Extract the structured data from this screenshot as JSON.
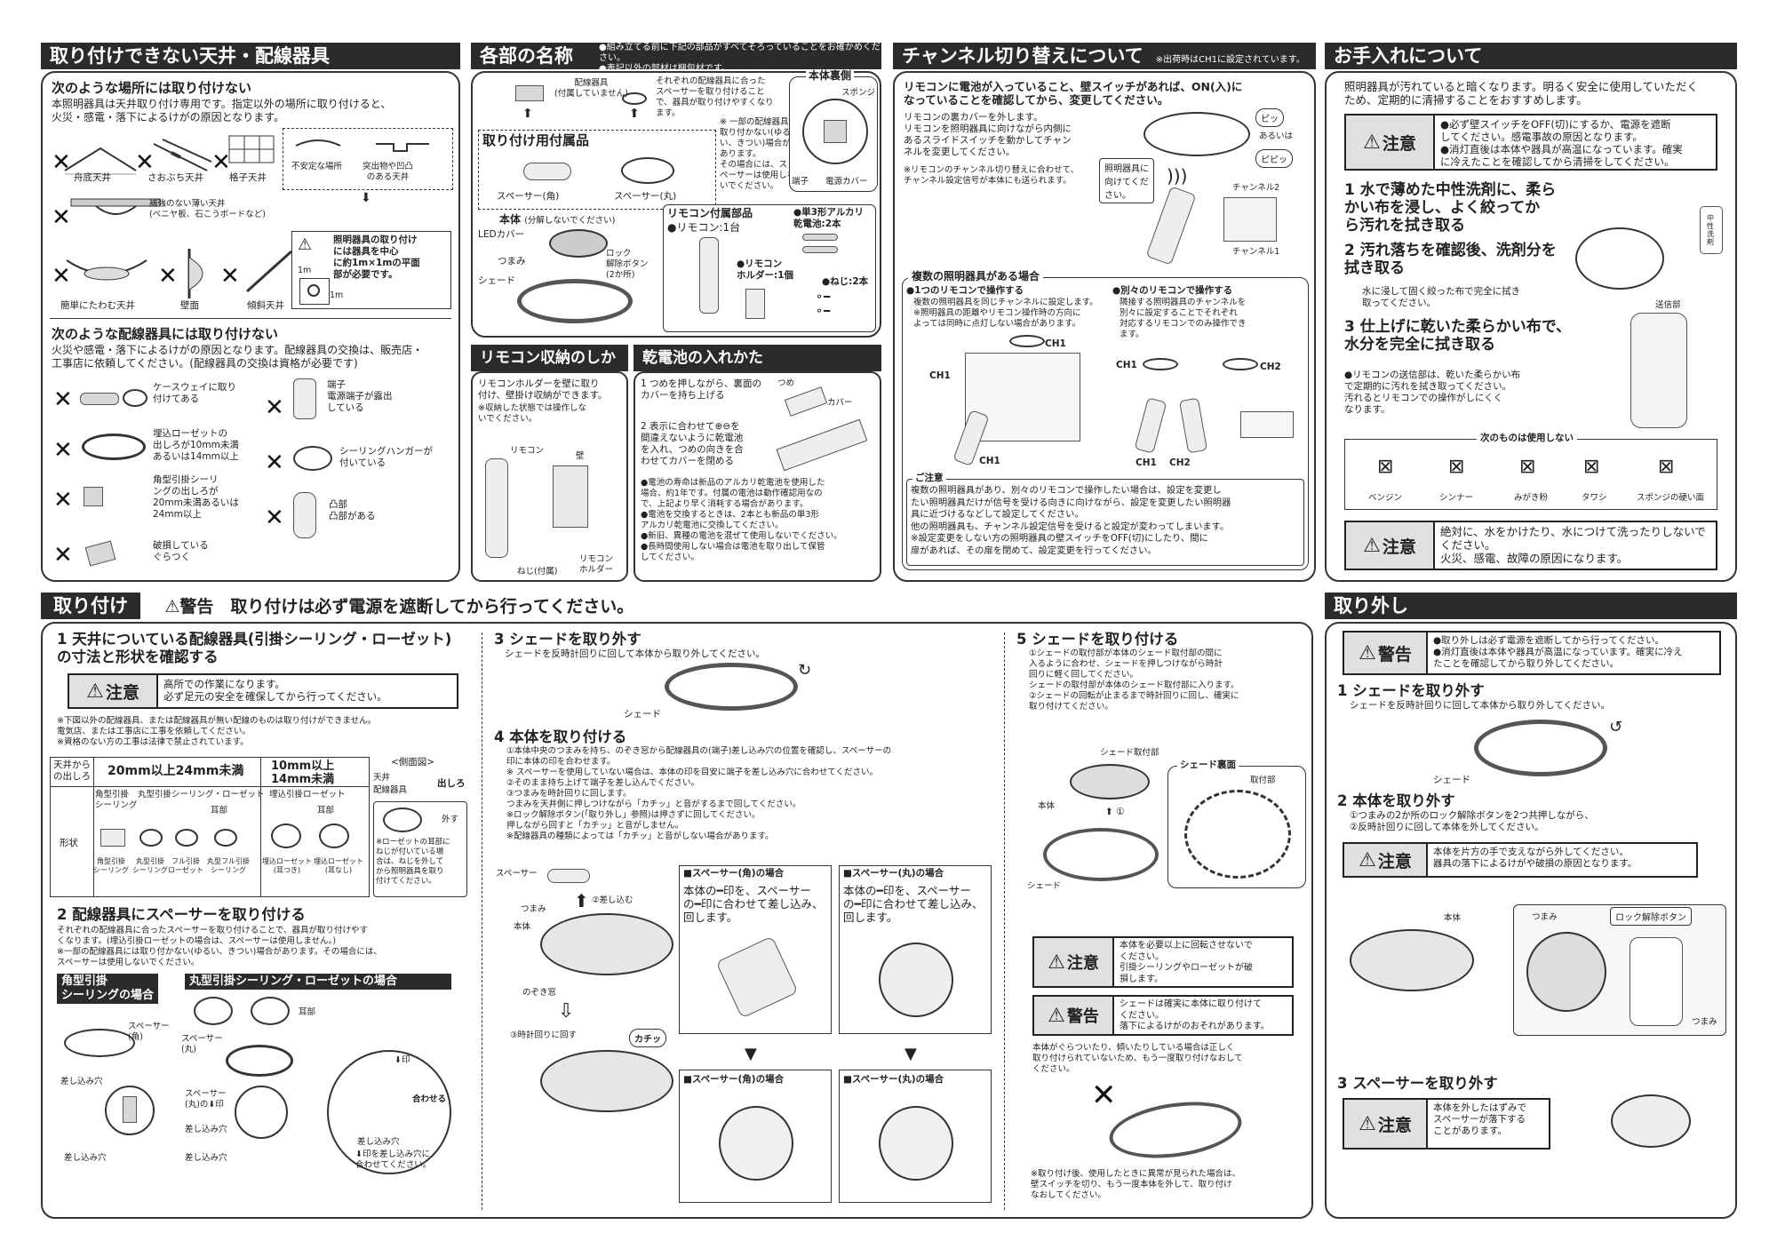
{
  "s1": {
    "header": "取り付けできない天井・配線器具",
    "a_title": "次のような場所には取り付けない",
    "a_text": "本照明器具は天井取り付け専用です。指定以外の場所に取り付けると、\n火災・感電・落下によるけがの原因となります。",
    "places": [
      "舟底天井",
      "さおぶち天井",
      "格子天井",
      "不安定な場所",
      "突出物や凹凸\nのある天井",
      "補強のない薄い天井\n(ベニヤ板、石こうボードなど)",
      "簡単にたわむ天井",
      "壁面",
      "傾斜天井"
    ],
    "space_note": "照明器具の取り付け\nには器具を中心\nに約1m×1mの平面\n部が必要です。",
    "m1": "1m",
    "m2": "1m",
    "b_title": "次のような配線器具には取り付けない",
    "b_text": "火災や感電・落下によるけがの原因となります。配線器具の交換は、販売店・\n工事店に依頼してください。(配線器具の交換は資格が必要です)",
    "items": [
      "ケースウェイに取り\n付けてある",
      "埋込ローゼットの\n出しろが10mm未満\nあるいは14mm以上",
      "角型引掛シーリ\nングの出しろが\n20mm未満あるいは\n24mm以上",
      "破損している\nぐらつく",
      "端子\n電源端子が露出\nしている",
      "シーリングハンガーが\n付いている",
      "凸部\n凸部がある"
    ]
  },
  "s2": {
    "header": "各部の名称",
    "note": "●組み立てる前に下記の部品がすべてそろっていることをお確かめください。\n●表記以外の部材は梱包材です。",
    "haisen": "配線器具\n(付属していません)",
    "spacer_note": "それぞれの配線器具に合った\nスペーサーを取り付けること\nで、器具が取り付けやすくなり\nます。",
    "fuzoku_title": "取り付け用付属品",
    "note2": "※ 一部の配線器具には\n取り付かない(ゆる\nい、きつい)場合が\nあります。\nその場合には、ス\nペーサーは使用しな\nいでください。",
    "spacer_k": "スペーサー(角)",
    "spacer_m": "スペーサー(丸)",
    "back_title": "本体裏側",
    "sponge": "スポンジ",
    "tanshi": "端子",
    "power": "電源カバー",
    "body": "本体",
    "body_note": "(分解しないでください)",
    "led": "LEDカバー",
    "knob": "つまみ",
    "lock": "ロック\n解除ボタン\n(2か所)",
    "shade": "シェード",
    "remote_title": "リモコン付属部品",
    "remote": "●リモコン:1台",
    "battery": "●単3形アルカリ\n乾電池:2本",
    "holder": "●リモコン\nホルダー:1個",
    "screw": "●ねじ:2本"
  },
  "s3": {
    "header": "リモコン収納のしかた",
    "text": "リモコンホルダーを壁に取り\n付け、壁掛け収納ができます。",
    "note": "※収納した状態では操作しな\nいでください。",
    "remocon": "リモコン",
    "wall": "壁",
    "neji": "ねじ(付属)",
    "holder": "リモコン\nホルダー"
  },
  "s4": {
    "header": "乾電池の入れかた",
    "step1": "1 つめを押しながら、裏面の\nカバーを持ち上げる",
    "tsume": "つめ",
    "cover": "カバー",
    "step2": "2 表示に合わせて⊕⊖を\n間違えないように乾電池\nを入れ、つめの向きを合\nわせてカバーを閉める",
    "bullets": "●電池の寿命は新品のアルカリ乾電池を使用した\n場合、約1年です。付属の電池は動作確認用なの\nで、上記より早く消耗する場合があります。\n●電池を交換するときは、2本とも新品の単3形\nアルカリ乾電池に交換してください。\n●新旧、異種の電池を混ぜて使用しないでください。\n●長時間使用しない場合は電池を取り出して保管\nしてください。"
  },
  "s5": {
    "header": "チャンネル切り替えについて",
    "hnote": "※出荷時はCH1に設定されています。",
    "lead": "リモコンに電池が入っていること、壁スイッチがあれば、ON(入)に\nなっていることを確認してから、変更してください。",
    "t1": "リモコンの裏カバーを外します。\nリモコンを照明器具に向けながら内側に\nあるスライドスイッチを動かしてチャン\nネルを変更してください。",
    "t2": "※リモコンのチャンネル切り替えに合わせて、\nチャンネル設定信号が本体にも送られます。",
    "pi1": "ピッ",
    "aruiha": "あるいは",
    "pi2": "ピピッ",
    "bubble": "照明器具に\n向けてくだ\nさい。",
    "ch2": "チャンネル2",
    "ch1": "チャンネル1",
    "multi_title": "複数の照明器具がある場合",
    "one_title": "●1つのリモコンで操作する",
    "one_text": "複数の照明器具を同じチャンネルに設定します。\n※照明器具の距離やリモコン操作時の方向に\nよっては同時に点灯しない場合があります。",
    "sep_title": "●別々のリモコンで操作する",
    "sep_text": "隣接する照明器具のチャンネルを\n別々に設定することでそれぞれ\n対応するリモコンでのみ操作でき\nます。",
    "c1": "CH1",
    "c2": "CH1",
    "c3": "CH1",
    "c4": "CH1",
    "c5": "CH2",
    "c6": "CH1",
    "c7": "CH2",
    "caution_title": "ご注意",
    "caution": "複数の照明器具があり、別々のリモコンで操作したい場合は、設定を変更し\nたい照明器具だけが信号を受ける向きに向けながら、設定を変更したい照明器\n具に近づけるなどして設定してください。\n他の照明器具も、チャンネル設定信号を受けると設定が変わってしまいます。\n※設定変更をしない方の照明器具の壁スイッチをOFF(切)にしたり、間に\n扉があれば、その扉を閉めて、設定変更を行ってください。"
  },
  "s6": {
    "header": "お手入れについて",
    "lead": "照明器具が汚れていると暗くなります。明るく安全に使用していただく\nため、定期的に清掃することをおすすめします。",
    "warn_label": "注意",
    "warn": "●必ず壁スイッチをOFF(切)にするか、電源を遮断\nしてください。感電事故の原因となります。\n●消灯直後は本体や器具が高温になっています。確実\nに冷えたことを確認してから清掃をしてください。",
    "step1": "1 水で薄めた中性洗剤に、柔ら\nかい布を浸し、よく絞ってか\nら汚れを拭き取る",
    "detergent": "中性洗剤",
    "step2": "2 汚れ落ちを確認後、洗剤分を\n拭き取る",
    "step2s": "水に浸して固く絞った布で完全に拭き\n取ってください。",
    "step3": "3 仕上げに乾いた柔らかい布で、\n水分を完全に拭き取る",
    "sender": "送信部",
    "remote_note": "●リモコンの送信部は、乾いた柔らかい布\nで定期的に汚れを拭き取ってください。\n汚れるとリモコンでの操作がしにくく\nなります。",
    "ng_title": "次のものは使用しない",
    "ng": [
      "ベンジン",
      "シンナー",
      "みがき粉",
      "タワシ",
      "スポンジの硬い面"
    ],
    "warn2_label": "注意",
    "warn2": "絶対に、水をかけたり、水につけて洗ったりしないで\nください。\n火災、感電、故障の原因になります。"
  },
  "s7": {
    "header": "取り付け",
    "warn_head": "⚠警告　取り付けは必ず電源を遮断してから行ってください。",
    "step1": "1 天井についている配線器具(引掛シーリング・ローゼット)\nの寸法と形状を確認する",
    "c_label": "注意",
    "c_text": "高所での作業になります。\n必ず足元の安全を確保してから行ってください。",
    "notes": "※下図以外の配線器具、または配線器具が無い配線のものは取り付けができません。\n電気店、または工事店に工事を依頼してください。\n※資格のない方の工事は法律で禁止されています。",
    "tbl_head": "天井から\nの出しろ",
    "tbl_r1": "20mm以上24mm未満",
    "tbl_r2": "10mm以上\n14mm未満",
    "tbl_shape": "形状",
    "tbl_a": "角型引掛\nシーリング",
    "tbl_b": "丸型引掛シーリング・ローゼット",
    "tbl_c": "埋込引掛ローゼット",
    "tbl_ear1": "耳部",
    "tbl_ear2": "耳部",
    "tbl_sub": [
      "角型引掛\nシーリング",
      "丸型引掛\nシーリング",
      "フル引掛\nローゼット",
      "丸型フル引掛\nシーリング",
      "埋込ローゼット\n(耳つき)",
      "埋込ローゼット\n(耳なし)"
    ],
    "side_title": "<側面図>",
    "side_a": "天井",
    "side_b": "配線器具",
    "side_c": "出しろ",
    "side_d": "外す",
    "side_note": "※ローゼットの耳部に\nねじが付いている場\n合は、ねじを外して\nから照明器具を取り\n付けてください。",
    "step2": "2 配線器具にスペーサーを取り付ける",
    "step2t": "それぞれの配線器具に合ったスペーサーを取り付けることで、器具が取り付けやす\nくなります。(埋込引掛ローゼットの場合は、スペーサーは使用しません。)\n※一部の配線器具には取り付かない(ゆるい、きつい)場合があります。その場合には、\nスペーサーは使用しないでください。",
    "kaku_title": "角型引掛\nシーリングの場合",
    "maru_title": "丸型引掛シーリング・ローゼットの場合",
    "sp_k": "スペーサー\n(角)",
    "hole1": "差し込み穴",
    "hole2": "差し込み穴",
    "sp_m": "スペーサー\n(丸)",
    "ear": "耳部",
    "sp_m_mark": "スペーサー\n(丸)の⬇印",
    "hole3": "差し込み穴",
    "hole4": "差し込み穴",
    "mark": "⬇印",
    "awase": "合わせる",
    "hole5": "差し込み穴",
    "mark_note": "⬇印を差し込み穴に\n合わせてください。",
    "step3": "3 シェードを取り外す",
    "step3t": "シェードを反時計回りに回して本体から取り外してください。",
    "shade1": "シェード",
    "step4": "4 本体を取り付ける",
    "step4t": "①本体中央のつまみを持ち、のぞき窓から配線器具の(端子)差し込み穴の位置を確認し、スペーサーの\n印に本体の印を合わせます。\n※ スペーサーを使用していない場合は、本体の印を目安に端子を差し込み穴に合わせてください。\n②そのまま持ち上げて端子を差し込んでください。\n③つまみを時計回りに回します。\nつまみを天井側に押しつけながら「カチッ」と音がするまで回してください。\n※ロック解除ボタン(「取り外し」参照)は押さずに回してください。\n押しながら回すと「カチッ」と音がしません。\n※配線器具の種類によっては「カチッ」と音がしない場合があります。",
    "sp_lbl": "スペーサー",
    "insert": "②差し込む",
    "knob": "つまみ",
    "body": "本体",
    "window": "のぞき窓",
    "rotate": "③時計回りに回す",
    "click": "カチッ",
    "k_title": "■スペーサー(角)の場合",
    "k_text": "本体の━印を、スペーサー\nの━印に合わせて差し込み、\n回します。",
    "m_title": "■スペーサー(丸)の場合",
    "m_text": "本体の━印を、スペーサー\nの━印に合わせて差し込み、\n回します。",
    "k_title2": "■スペーサー(角)の場合",
    "m_title2": "■スペーサー(丸)の場合",
    "step5": "5 シェードを取り付ける",
    "step5t": "①シェードの取付部が本体のシェード取付部の間に\n入るように合わせ、シェードを押しつけながら時計\n回りに軽く回してください。\nシェードの取付部が本体のシェード取付部に入ります。\n②シェードの回転が止まるまで時計回りに回し、確実に\n取り付けてください。",
    "shade_mount": "シェード取付部",
    "body5": "本体",
    "shade_back": "シェード裏面",
    "mount": "取付部",
    "shade5": "シェード",
    "c5_label": "注意",
    "c5_text": "本体を必要以上に回転させないで\nください。\n引掛シーリングやローゼットが破\n損します。",
    "w5_label": "警告",
    "w5_text": "シェードは確実に本体に取り付けて\nください。\n落下によるけがのおそれがあります。",
    "tilt": "本体がぐらついたり、傾いたりしている場合は正しく\n取り付けられていないため、もう一度取り付けなおして\nください。",
    "final": "※取り付け後、使用したときに異常が見られた場合は、\n壁スイッチを切り、もう一度本体を外して、取り付け\nなおしてください。"
  },
  "s8": {
    "header": "取り外し",
    "w_label": "警告",
    "w_text": "●取り外しは必ず電源を遮断してから行ってください。\n●消灯直後は本体や器具が高温になっています。確実に冷え\nたことを確認してから取り外してください。",
    "step1": "1 シェードを取り外す",
    "step1t": "シェードを反時計回りに回して本体から取り外してください。",
    "shade": "シェード",
    "step2": "2 本体を取り外す",
    "step2t": "①つまみの2か所のロック解除ボタンを2つ共押しながら、\n②反時計回りに回して本体を外してください。",
    "c_label": "注意",
    "c_text": "本体を片方の手で支えながら外してください。\n器具の落下によるけがや破損の原因となります。",
    "body": "本体",
    "knob1": "つまみ",
    "lockbtn": "ロック解除ボタン",
    "knob2": "つまみ",
    "step3": "3 スペーサーを取り外す",
    "c3_label": "注意",
    "c3_text": "本体を外したはずみで\nスペーサーが落下する\nことがあります。"
  }
}
